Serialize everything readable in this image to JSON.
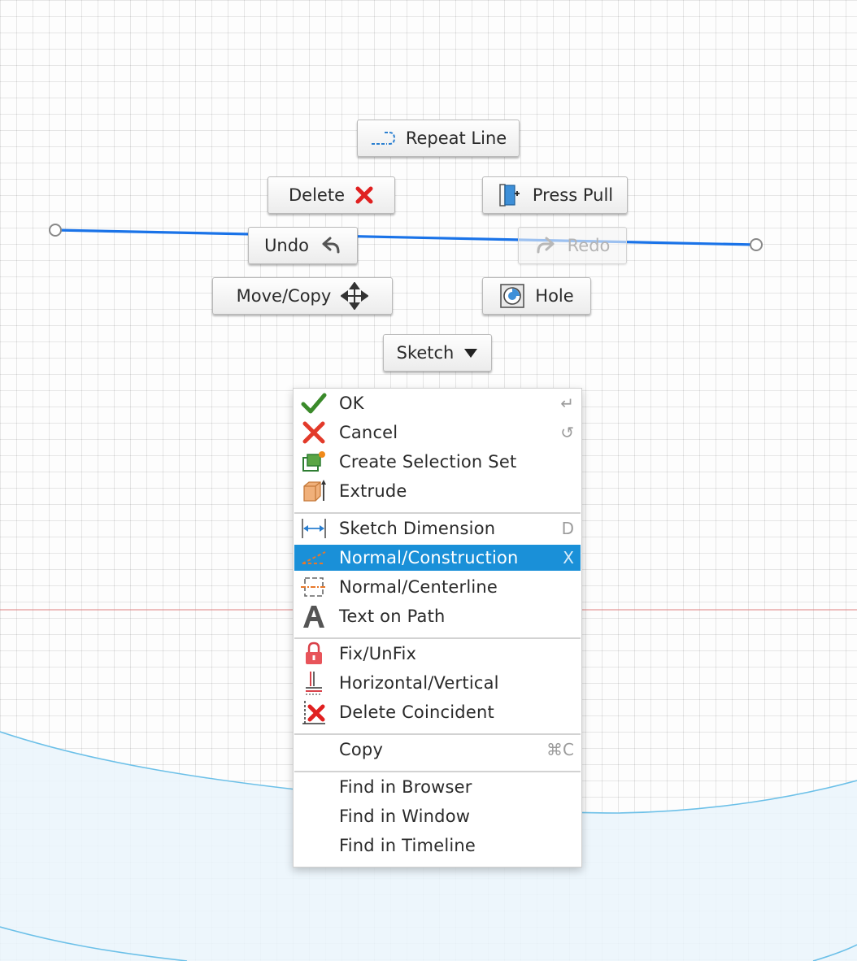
{
  "marking_menu": {
    "repeat_line": "Repeat Line",
    "delete": "Delete",
    "press_pull": "Press Pull",
    "undo": "Undo",
    "redo": "Redo",
    "move_copy": "Move/Copy",
    "hole": "Hole",
    "sketch": "Sketch"
  },
  "context_menu": {
    "ok": {
      "label": "OK",
      "shortcut": "↵"
    },
    "cancel": {
      "label": "Cancel",
      "shortcut": "↺"
    },
    "create_selection_set": {
      "label": "Create Selection Set"
    },
    "extrude": {
      "label": "Extrude"
    },
    "sketch_dimension": {
      "label": "Sketch Dimension",
      "shortcut": "D"
    },
    "normal_construction": {
      "label": "Normal/Construction",
      "shortcut": "X"
    },
    "normal_centerline": {
      "label": "Normal/Centerline"
    },
    "text_on_path": {
      "label": "Text on Path"
    },
    "fix_unfix": {
      "label": "Fix/UnFix"
    },
    "horizontal_vertical": {
      "label": "Horizontal/Vertical"
    },
    "delete_coincident": {
      "label": "Delete Coincident"
    },
    "copy": {
      "label": "Copy",
      "shortcut": "⌘C"
    },
    "find_in_browser": {
      "label": "Find in Browser"
    },
    "find_in_window": {
      "label": "Find in Window"
    },
    "find_in_timeline": {
      "label": "Find in Timeline"
    }
  },
  "colors": {
    "selected_line": "#1a73e8",
    "highlight": "#1a90d8",
    "axis_red": "#e08080",
    "profile_fill": "#eaf5fc",
    "profile_stroke": "#6cc0e8"
  }
}
